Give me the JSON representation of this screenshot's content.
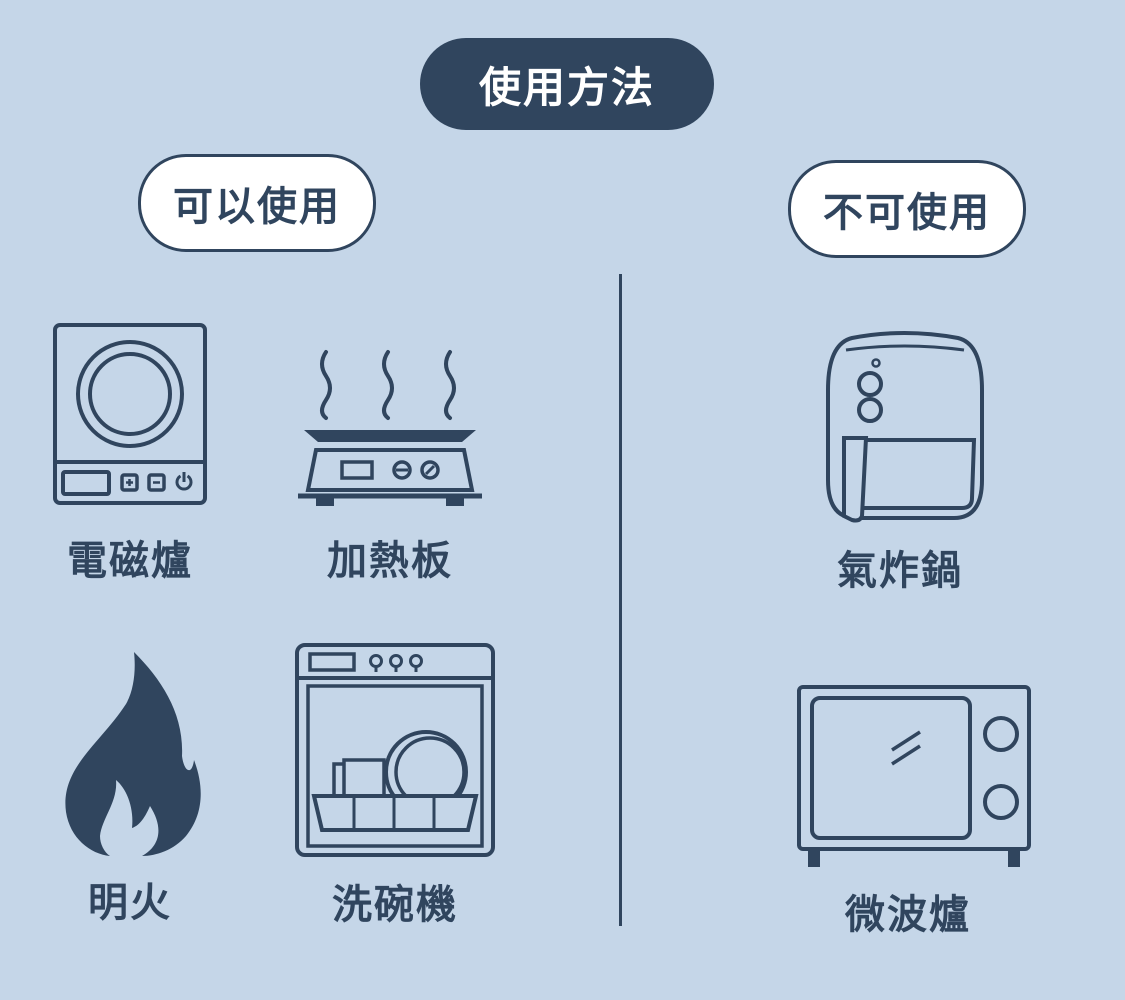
{
  "header": {
    "title": "使用方法"
  },
  "sections": {
    "allowed": {
      "label": "可以使用",
      "items": [
        {
          "label": "電磁爐",
          "icon": "induction-cooker-icon"
        },
        {
          "label": "加熱板",
          "icon": "hot-plate-icon"
        },
        {
          "label": "明火",
          "icon": "flame-icon"
        },
        {
          "label": "洗碗機",
          "icon": "dishwasher-icon"
        }
      ]
    },
    "not_allowed": {
      "label": "不可使用",
      "items": [
        {
          "label": "氣炸鍋",
          "icon": "air-fryer-icon"
        },
        {
          "label": "微波爐",
          "icon": "microwave-icon"
        }
      ]
    }
  },
  "colors": {
    "background": "#c5d6e8",
    "primary": "#30455e",
    "pill_light": "#ffffff"
  }
}
